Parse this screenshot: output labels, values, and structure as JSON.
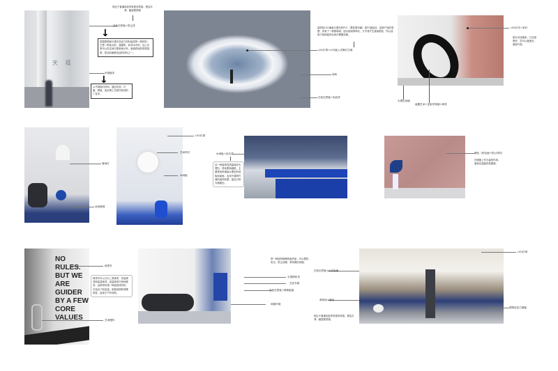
{
  "row1": {
    "lobby": {
      "sign_text": "天 禧",
      "top_note": "相比于普通乳胶漆有更多质感，更加平滑，触感更舒服",
      "label_1": "白色石膏板+防尘漆",
      "box_1": "氛围是镜面与透光亚克力材料组成的一种材料，它是一种亲近的，温暖的，而非冰冷的，加上光带可以在空间中柔和地分布，营造舒适的视觉感受，是当前最受欢迎的材料之一。",
      "label_2": "不锈钢字",
      "box_2": "以不锈钢为材料，通过切割、打磨、焊接、抛光等工艺制作而成的广告字。"
    },
    "sculpture": {
      "top_note": "装饰性LED面板与透光的PVC（柔性透光膜）或PC膜结合，因其产品的易塑，具有了一种柔和感，因为使用寿命长，又不易产生使用颜色，所以适用于各种装饰空间中需要效果。",
      "label_led": "LED灯带+LED嵌入式筒灯方案",
      "label_floor": "地砖",
      "label_ceiling": "白色石膏板+乳胶漆"
    },
    "ring": {
      "label_led": "LED灯光+射灯",
      "note": "射灯光线柔和，灯光感受好，并可以营造光，营造气氛。",
      "label_marble": "大理石地面",
      "label_sculpture": "装置艺术+定制不锈钢+烤漆"
    }
  },
  "row2": {
    "chair": {
      "label_lamp": "落地灯",
      "label_chair": "休闲座椅"
    },
    "lamp": {
      "label_led": "LED灯带",
      "label_art": "艺术吊灯",
      "label_wood": "木地板"
    },
    "office": {
      "label_top": "木地板+乳石漆",
      "note": "这一种装饰性质量较好大理石，质地柔和细腻，主要是用来铺装大理石的地板和桌面，应用于建筑外墙的装饰效果，因此又称为墙面石。"
    },
    "pink": {
      "label_top": "硬包（软包面+防火材料）",
      "note": "在墙面上作为装饰作用，营造出温馨的氛围感。"
    }
  },
  "row3": {
    "poster": {
      "headline": "NO RULES.\nBUT WE\nARE\nGUIDER\nBY A FEW\nCORE\nVALUES",
      "label_1": "烤漆字",
      "note": "烤漆字可以分为二类烤漆，低温烤漆和高温烤漆，高温烤漆又称烤瓷漆，这种漆料是一种高档漆材料，它结合了耐高温、耐腐蚀和防锈等特性，适用于户外场所。",
      "label_2": "艺术摆件"
    },
    "sofa": {
      "note": "是一种结构精确的组织品，可以塑形，彩光，防尘效果，有特殊的风格。",
      "label_1": "半透明布吊",
      "label_2": "文化书架",
      "label_3": "白色石膏板+精致板面",
      "label_4": "地毯环境"
    },
    "corridor": {
      "label_ceiling": "白色石膏板+木纹板面",
      "label_led": "LED灯带",
      "label_floor": "瓷砖地+墙纸",
      "note": "相比于普通乳胶漆有更多质感，更加平滑，触感更舒服。",
      "label_right": "透明亚克力展板"
    }
  }
}
